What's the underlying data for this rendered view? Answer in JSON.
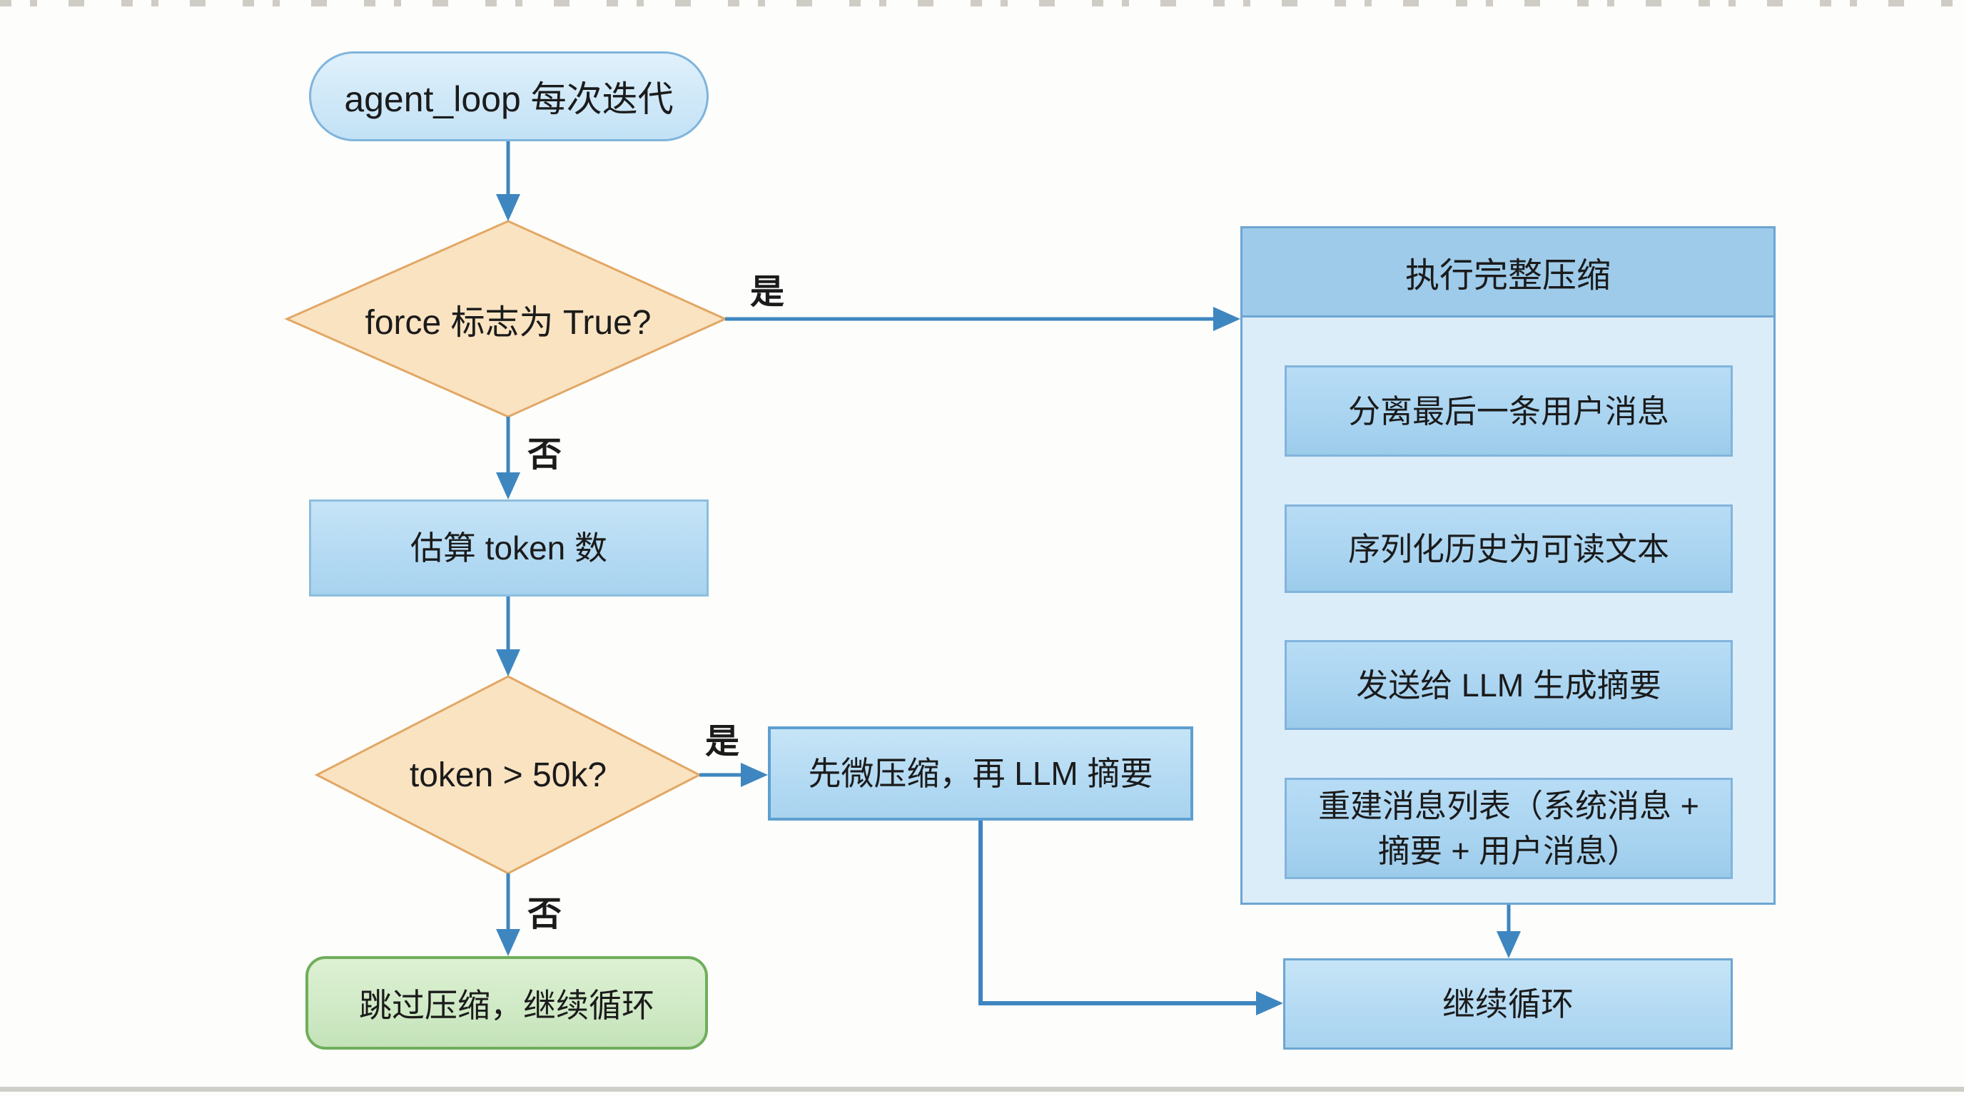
{
  "flowchart": {
    "start": {
      "label": "agent_loop 每次迭代"
    },
    "decision_force": {
      "label": "force 标志为 True?"
    },
    "estimate_tokens": {
      "label": "估算 token 数"
    },
    "decision_tokens": {
      "label": "token > 50k?"
    },
    "micro_compress": {
      "label": "先微压缩，再 LLM 摘要"
    },
    "skip_compress": {
      "label": "跳过压缩，继续循环"
    },
    "full_compress": {
      "title": "执行完整压缩",
      "steps": [
        {
          "label": "分离最后一条用户消息"
        },
        {
          "label": "序列化历史为可读文本"
        },
        {
          "label": "发送给 LLM 生成摘要"
        },
        {
          "label": "重建消息列表（系统消息 + 摘要 + 用户消息）"
        }
      ]
    },
    "continue_loop": {
      "label": "继续循环"
    },
    "edge_labels": {
      "force_yes": "是",
      "force_no": "否",
      "tokens_yes": "是",
      "tokens_no": "否"
    }
  },
  "colors": {
    "arrow": "#3e86c0",
    "text": "#1b1b1b",
    "start_fill": "#cfe8f8",
    "start_border": "#7fb4de",
    "decision_fill": "#fae3c1",
    "decision_border": "#e2a765",
    "process_fill": "#b0d8f2",
    "process_border": "#8cbede",
    "process_border_strong": "#5e9fd0",
    "terminal_fill": "#cfe9c5",
    "terminal_border": "#6fae5b",
    "container_header": "#9ecbea",
    "container_body": "#dcedfa",
    "container_border": "#6ca6d2",
    "step_fill": "#a7d3f0",
    "step_border": "#82b4dc"
  }
}
